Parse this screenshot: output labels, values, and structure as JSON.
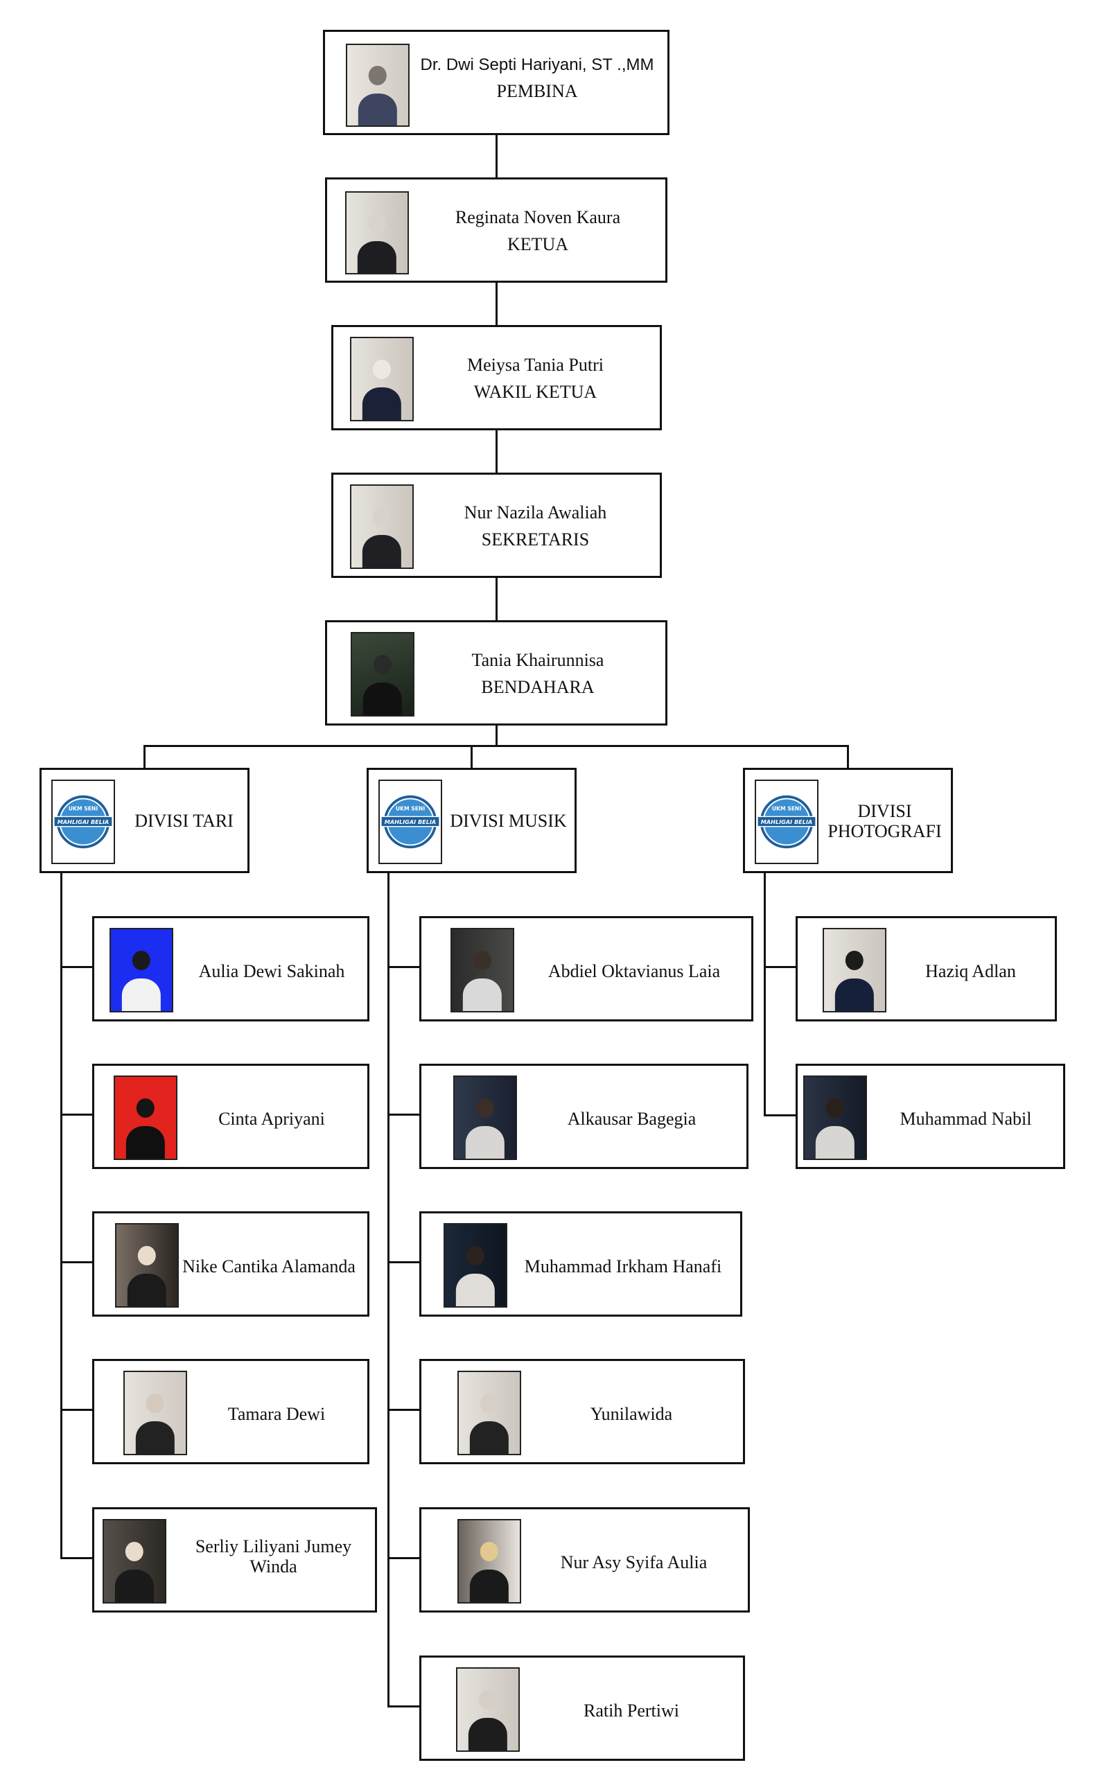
{
  "leaders": [
    {
      "name": "Dr. Dwi Septi Hariyani, ST .,MM",
      "role": "PEMBINA"
    },
    {
      "name": "Reginata Noven Kaura",
      "role": "KETUA"
    },
    {
      "name": "Meiysa Tania Putri",
      "role": "WAKIL KETUA"
    },
    {
      "name": "Nur Nazila Awaliah",
      "role": "SEKRETARIS"
    },
    {
      "name": "Tania Khairunnisa",
      "role": "BENDAHARA"
    }
  ],
  "divisions": [
    {
      "label_line1": "DIVISI TARI",
      "label_line2": "",
      "logo": {
        "top": "UKM SENI",
        "middle": "MAHLIGAI BELIA"
      },
      "members": [
        "Aulia Dewi Sakinah",
        "Cinta Apriyani",
        "Nike Cantika Alamanda",
        "Tamara Dewi",
        "Serliy Liliyani Jumey Winda"
      ]
    },
    {
      "label_line1": "DIVISI MUSIK",
      "label_line2": "",
      "logo": {
        "top": "UKM SENI",
        "middle": "MAHLIGAI BELIA"
      },
      "members": [
        "Abdiel Oktavianus Laia",
        "Alkausar Bagegia",
        "Muhammad Irkham Hanafi",
        "Yunilawida",
        "Nur Asy Syifa Aulia",
        "Ratih Pertiwi"
      ]
    },
    {
      "label_line1": "DIVISI",
      "label_line2": "PHOTOGRAFI",
      "logo": {
        "top": "UKM SENI",
        "middle": "MAHLIGAI BELIA"
      },
      "members": [
        "Haziq Adlan",
        "Muhammad Nabil"
      ]
    }
  ],
  "colors": {
    "line": "#111111",
    "logo_blue": "#3b8fd0",
    "logo_dark": "#1d5f99"
  },
  "icons": {
    "photo": "person-photo-icon",
    "logo": "ukm-seni-mahligai-belia-logo-icon"
  }
}
